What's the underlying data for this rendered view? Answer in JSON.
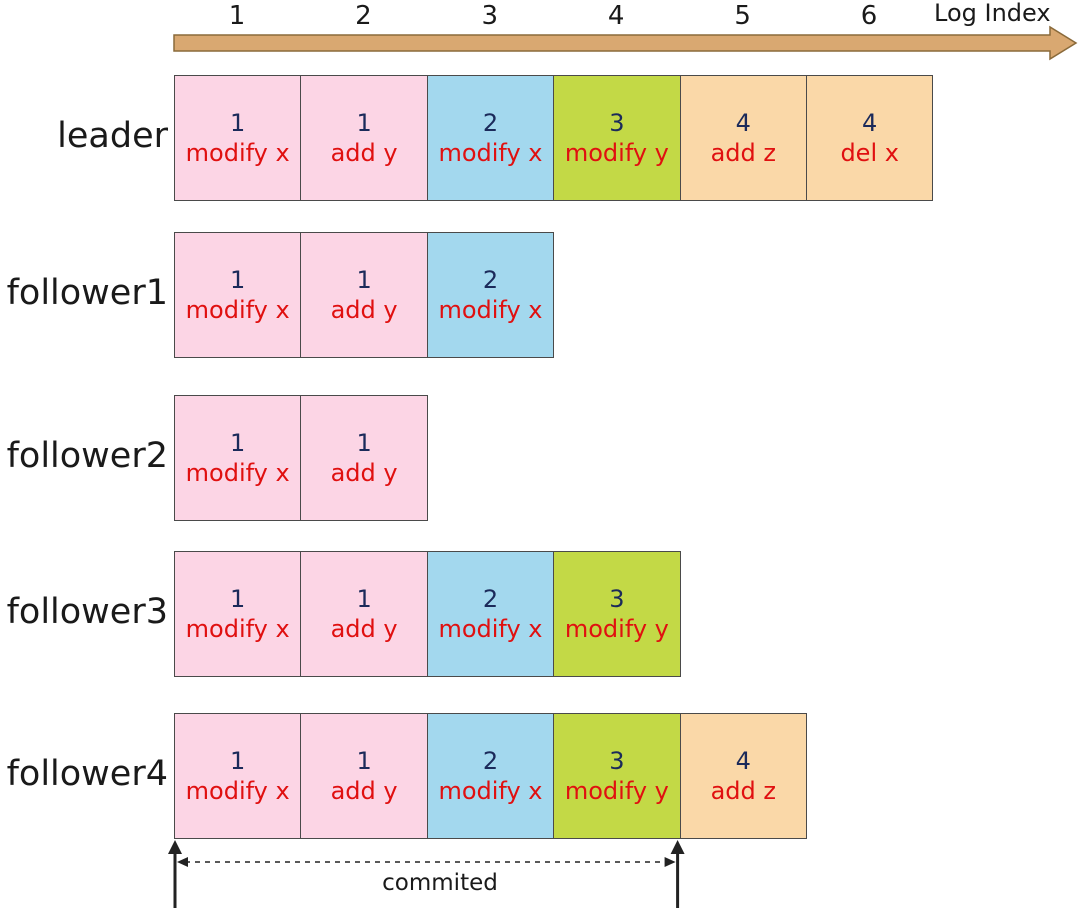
{
  "axis": {
    "label": "Log Index",
    "indices": [
      "1",
      "2",
      "3",
      "4",
      "5",
      "6"
    ],
    "arrow_color": "#d9a871"
  },
  "term_colors": {
    "1": "#fcd5e5",
    "2": "#a3d8ee",
    "3": "#c3d946",
    "4": "#fad8a8"
  },
  "rows": [
    {
      "label": "leader",
      "entries": [
        {
          "term": "1",
          "command": "modify x"
        },
        {
          "term": "1",
          "command": "add y"
        },
        {
          "term": "2",
          "command": "modify x"
        },
        {
          "term": "3",
          "command": "modify y"
        },
        {
          "term": "4",
          "command": "add z"
        },
        {
          "term": "4",
          "command": "del x"
        }
      ]
    },
    {
      "label": "follower1",
      "entries": [
        {
          "term": "1",
          "command": "modify x"
        },
        {
          "term": "1",
          "command": "add y"
        },
        {
          "term": "2",
          "command": "modify x"
        }
      ]
    },
    {
      "label": "follower2",
      "entries": [
        {
          "term": "1",
          "command": "modify x"
        },
        {
          "term": "1",
          "command": "add y"
        }
      ]
    },
    {
      "label": "follower3",
      "entries": [
        {
          "term": "1",
          "command": "modify x"
        },
        {
          "term": "1",
          "command": "add y"
        },
        {
          "term": "2",
          "command": "modify x"
        },
        {
          "term": "3",
          "command": "modify y"
        }
      ]
    },
    {
      "label": "follower4",
      "entries": [
        {
          "term": "1",
          "command": "modify x"
        },
        {
          "term": "1",
          "command": "add y"
        },
        {
          "term": "2",
          "command": "modify x"
        },
        {
          "term": "3",
          "command": "modify y"
        },
        {
          "term": "4",
          "command": "add z"
        }
      ]
    }
  ],
  "committed": {
    "label": "commited",
    "from_index": 1,
    "to_index": 4
  }
}
